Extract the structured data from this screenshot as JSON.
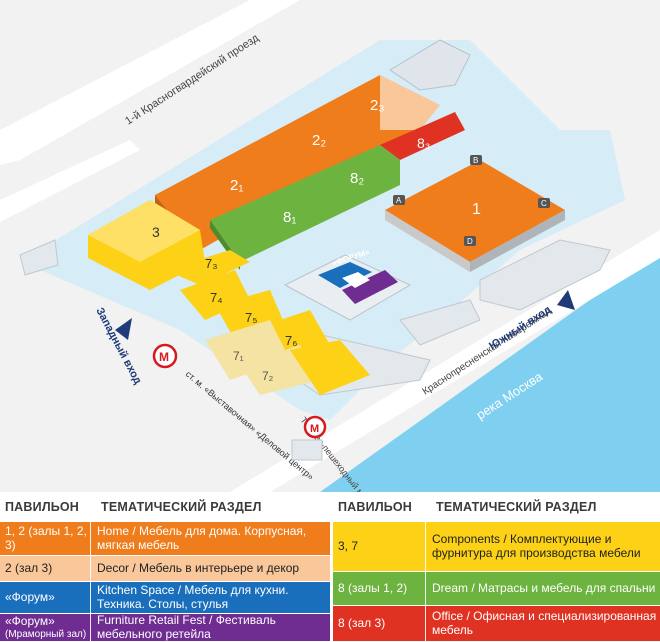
{
  "map": {
    "streets": {
      "proezd": "1-й Красногвардейский проезд",
      "embankment": "Краснопресненская набережная",
      "bridge": "Торгово-пешеходный мост «Багратион»"
    },
    "river": "река Москва",
    "entrances": {
      "west": "Западный вход",
      "south": "Южный вход"
    },
    "metro": "ст. м. «Выставочная» «Деловой центр»",
    "halls": {
      "h1": "1",
      "h2_1": "2₁",
      "h2_2": "2₂",
      "h2_3": "2₃",
      "h3": "3",
      "h8_1": "8₁",
      "h8_2": "8₂",
      "h8_3": "8₃",
      "h7_3": "7₃",
      "h7_4": "7₄",
      "h7_5": "7₅",
      "h7_6": "7₆",
      "h7_1": "7₁",
      "h7_2": "7₂",
      "forum": "«ФОРУМ»"
    },
    "corners": [
      "A",
      "B",
      "C",
      "D"
    ]
  },
  "legend": {
    "header_pavilion": "ПАВИЛЬОН",
    "header_section": "ТЕМАТИЧЕСКИЙ РАЗДЕЛ",
    "left_rows": [
      {
        "pavilion": "1, 2 (залы 1, 2, 3)",
        "pavilion_sub": "",
        "section": "Home / Мебель для дома. Корпусная, мягкая мебель",
        "color": "#f07d1c",
        "text": "#ffffff"
      },
      {
        "pavilion": "2 (зал 3)",
        "pavilion_sub": "",
        "section": "Decor / Мебель в интерьере и декор",
        "color": "#f9c79a",
        "text": "#333333"
      },
      {
        "pavilion": "«Форум»",
        "pavilion_sub": "",
        "section": "Kitchen Space / Мебель для кухни. Техника. Столы, стулья",
        "color": "#1a6fbd",
        "text": "#ffffff"
      },
      {
        "pavilion": "«Форум»",
        "pavilion_sub": "(Мраморный зал)",
        "section": "Furniture Retail Fest / Фестиваль мебельного ретейла",
        "color": "#6f2c91",
        "text": "#ffffff"
      }
    ],
    "right_rows": [
      {
        "pavilion": "3, 7",
        "section": "Components / Комплектующие и фурнитура для производства мебели",
        "color": "#fcd116",
        "text": "#222222"
      },
      {
        "pavilion": "8 (залы 1, 2)",
        "section": "Dream / Матрасы и мебель для спальни",
        "color": "#6db33f",
        "text": "#ffffff"
      },
      {
        "pavilion": "8 (зал 3)",
        "section": "Office / Офисная и специализированная мебель",
        "color": "#e03222",
        "text": "#ffffff"
      }
    ]
  },
  "colors": {
    "ground": "#d6ecf7",
    "building": "#e8eef2",
    "river": "#7fd0f0",
    "orange": "#f07d1c",
    "peach": "#f9c79a",
    "yellow": "#fcd116",
    "green": "#6db33f",
    "red": "#e03222",
    "blue": "#1a6fbd",
    "purple": "#6f2c91"
  }
}
